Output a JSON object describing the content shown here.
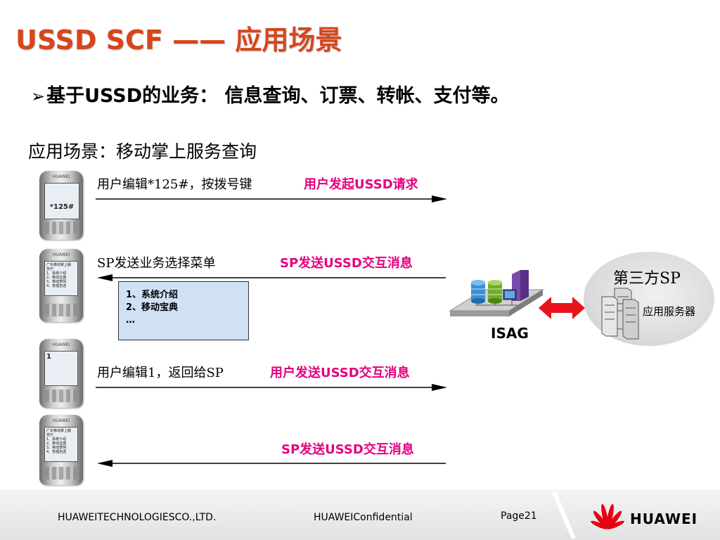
{
  "title": "USSD SCF —— 应用场景",
  "bullet": {
    "marker": "➢",
    "text": "基于USSD的业务：  信息查询、订票、转帐、支付等。"
  },
  "subheading": "应用场景：移动掌上服务查询",
  "phone_brand": "HUAWEI",
  "steps": [
    {
      "left_label": "用户编辑*125#，按拨号键",
      "right_label": "用户发起USSD请求",
      "direction": "right",
      "screen": "*125#"
    },
    {
      "left_label": "SP发送业务选择菜单",
      "right_label": "SP发送USSD交互消息",
      "direction": "left",
      "screen_lines": [
        "广东移动掌上服",
        "务厅",
        "1、系统介绍",
        "2、移动宝典",
        "3、移动梦网",
        "4、管理自选"
      ]
    },
    {
      "left_label": "用户编辑1，返回给SP",
      "right_label": "用户发送USSD交互消息",
      "direction": "right",
      "screen": "1"
    },
    {
      "left_label": "",
      "right_label": "SP发送USSD交互消息",
      "direction": "left",
      "screen_lines": [
        "广东移动掌上服",
        "务厅",
        "1、系统介绍",
        "2、移动宝典",
        "3、移动梦网",
        "4、管理自选"
      ]
    }
  ],
  "menu_box": {
    "lines": [
      "1、系统介绍",
      "2、移动宝典",
      "…"
    ]
  },
  "isag": {
    "label": "ISAG"
  },
  "third_party": {
    "title": "第三方SP",
    "server_label": "应用服务器"
  },
  "footer": {
    "company": "HUAWEITECHNOLOGIESCO.,LTD.",
    "confidential": "HUAWEIConfidential",
    "page": "Page21",
    "brand": "HUAWEI"
  },
  "colors": {
    "title": "#d8451c",
    "highlight": "#e4007f",
    "menu_bg": "#cfe1f3",
    "double_arrow": "#e8131b",
    "logo": "#e60012"
  },
  "icons": [
    "phone-icon",
    "database-icon",
    "server-icon",
    "double-arrow-icon",
    "huawei-logo-icon"
  ]
}
